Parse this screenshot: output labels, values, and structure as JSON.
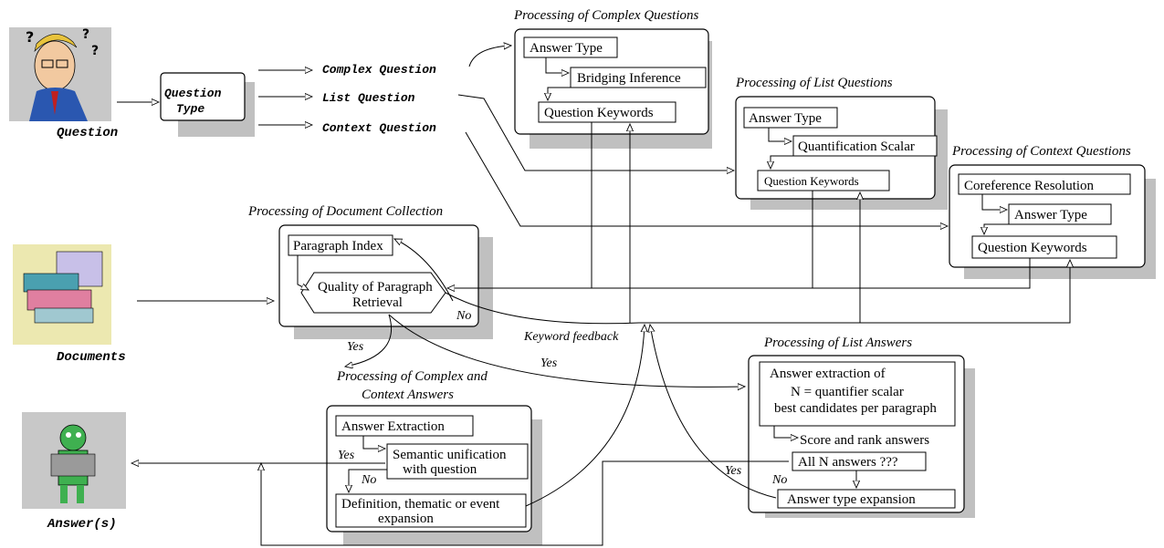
{
  "inputs": {
    "question": "Question",
    "documents": "Documents",
    "answers": "Answer(s)"
  },
  "question_type": {
    "line1": "Question",
    "line2": "Type"
  },
  "question_kinds": [
    "Complex Question",
    "List Question",
    "Context Question"
  ],
  "complex_questions": {
    "title": "Processing of Complex Questions",
    "answer_type": "Answer Type",
    "bridging_inference": "Bridging Inference",
    "question_keywords": "Question Keywords"
  },
  "list_questions": {
    "title": "Processing of List Questions",
    "answer_type": "Answer Type",
    "quantification_scalar": "Quantification Scalar",
    "question_keywords": "Question Keywords"
  },
  "context_questions": {
    "title": "Processing of Context Questions",
    "coreference_resolution": "Coreference Resolution",
    "answer_type": "Answer Type",
    "question_keywords": "Question Keywords"
  },
  "document_collection": {
    "title": "Processing of Document Collection",
    "paragraph_index": "Paragraph Index",
    "quality_line1": "Quality of Paragraph",
    "quality_line2": "Retrieval",
    "no_label": "No"
  },
  "feedback": {
    "keyword_feedback": "Keyword feedback",
    "yes_left": "Yes",
    "yes_right": "Yes"
  },
  "complex_context_answers": {
    "title_line1": "Processing of Complex and",
    "title_line2": "Context Answers",
    "answer_extraction": "Answer Extraction",
    "semantic_line1": "Semantic unification",
    "semantic_line2": "with question",
    "yes_label": "Yes",
    "no_label": "No",
    "definition_line1": "Definition, thematic or event",
    "definition_line2": "expansion"
  },
  "list_answers": {
    "title": "Processing of List Answers",
    "extraction_line1": "Answer extraction of",
    "extraction_line2": "N = quantifier scalar",
    "extraction_line3": "best candidates per paragraph",
    "score_rank": "Score and rank answers",
    "all_n": "All N answers ???",
    "yes_label": "Yes",
    "no_label": "No",
    "type_expansion": "Answer type expansion"
  },
  "colors": {
    "shadow": "#c0c0c0",
    "line": "#000000",
    "background": "#ffffff"
  }
}
